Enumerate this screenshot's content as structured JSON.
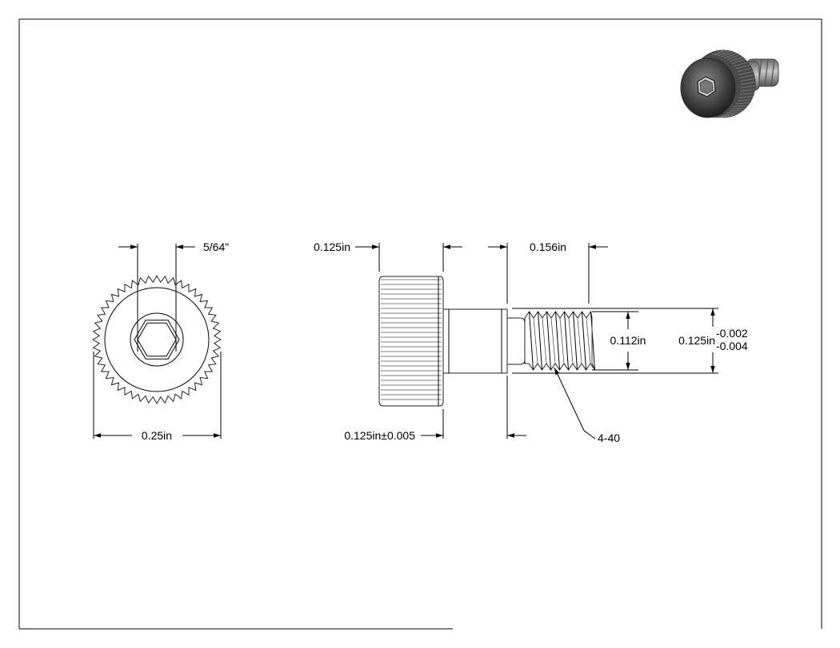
{
  "drawing": {
    "front_view": {
      "socket_size_label": "5/64\"",
      "head_diameter_label": "0.25in"
    },
    "side_view": {
      "head_length_label": "0.125in",
      "shoulder_length_label": "0.156in",
      "head_length_tolerance_label": "0.125in±0.005",
      "thread_major_label": "0.112in",
      "shoulder_diameter_label": "0.125in",
      "shoulder_tol_upper": "-0.002",
      "shoulder_tol_lower": "-0.004",
      "thread_callout": "4-40"
    },
    "iso_view_icon": "knurled-shoulder-screw-3d-icon"
  }
}
